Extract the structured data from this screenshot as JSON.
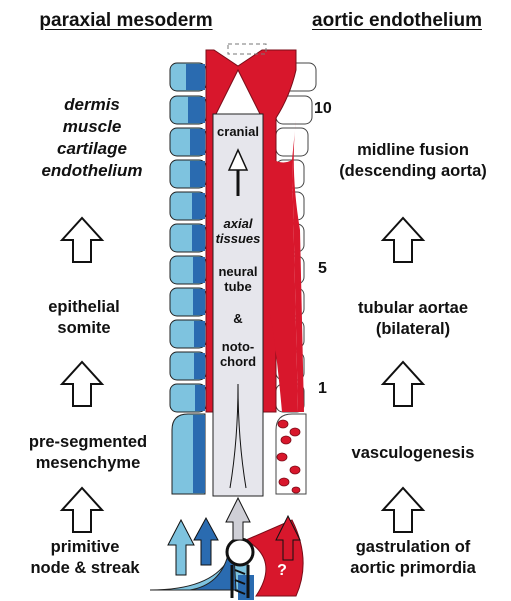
{
  "headings": {
    "left": "paraxial mesoderm",
    "right": "aortic endothelium"
  },
  "left_column": {
    "fates": [
      "dermis",
      "muscle",
      "cartilage",
      "endothelium"
    ],
    "stage_2": [
      "epithelial",
      "somite"
    ],
    "stage_1": [
      "pre-segmented",
      "mesenchyme"
    ],
    "origin": [
      "primitive",
      "node & streak"
    ]
  },
  "right_column": {
    "stage_3": [
      "midline fusion",
      "(descending aorta)"
    ],
    "stage_2": [
      "tubular aortae",
      "(bilateral)"
    ],
    "stage_1": "vasculogenesis",
    "origin": [
      "gastrulation of",
      "aortic primordia"
    ]
  },
  "segment_numbers": [
    "10",
    "5",
    "1"
  ],
  "axial_panel": {
    "cranial": "cranial",
    "axial_tissues": [
      "axial",
      "tissues"
    ],
    "neural_tube": [
      "neural",
      "tube"
    ],
    "amp": "&",
    "notochord": [
      "noto-",
      "chord"
    ]
  },
  "question_mark": "?",
  "colors": {
    "somite_dark": "#2a6bb0",
    "somite_light": "#7ec3df",
    "aorta_red": "#d8172c",
    "axial_panel": "#e6e6ec",
    "outline": "#222222"
  }
}
